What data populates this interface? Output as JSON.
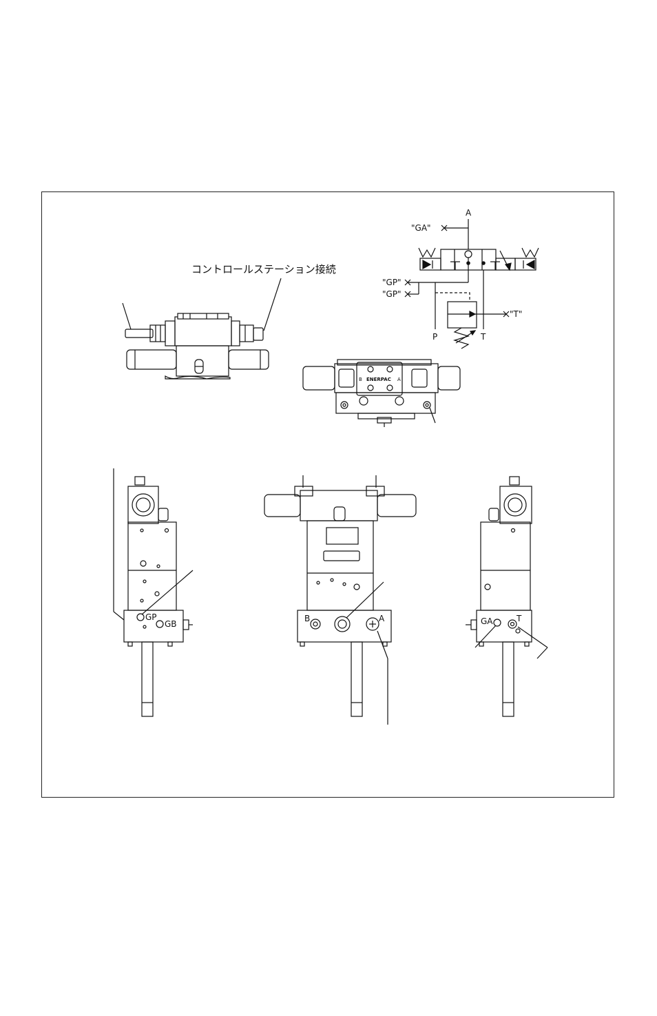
{
  "callout": {
    "control_station": "コントロールステーション接続"
  },
  "schematic": {
    "port_a": "A",
    "port_p": "P",
    "port_t": "T",
    "gauge_ga": "\"GA\"",
    "gauge_gp_1": "\"GP\"",
    "gauge_gp_2": "\"GP\"",
    "gauge_t": "\"T\"",
    "solenoid_left": "W",
    "solenoid_right": "W"
  },
  "top_view": {
    "brand": "ENERPAC",
    "left_mark": "B",
    "right_mark": "A"
  },
  "left_view": {
    "port_gp": "GP",
    "port_gb": "GB"
  },
  "front_view": {
    "port_b": "B",
    "port_a": "A"
  },
  "right_view": {
    "port_ga": "GA",
    "port_t": "T"
  }
}
